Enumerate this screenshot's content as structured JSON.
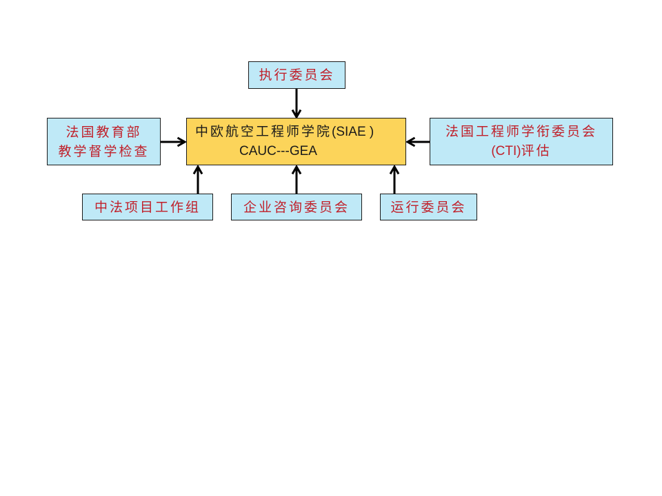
{
  "diagram": {
    "center": {
      "line1_cn": "中欧航空工程师学院",
      "line1_en": "(SIAE )",
      "line2": "CAUC---GEA"
    },
    "top": {
      "label": "执行委员会"
    },
    "left": {
      "line1": "法国教育部",
      "line2": "教学督学检查"
    },
    "right": {
      "line1": "法国工程师学衔委员会",
      "line2_en": "(CTI)",
      "line2_cn": "评估"
    },
    "bottom_left": {
      "label": "中法项目工作组"
    },
    "bottom_center": {
      "label": "企业咨询委员会"
    },
    "bottom_right": {
      "label": "运行委员会"
    },
    "colors": {
      "node_fill": "#bfe9f7",
      "center_fill": "#fcd45a",
      "node_text": "#c0202a",
      "center_text": "#1a1a1a"
    }
  }
}
